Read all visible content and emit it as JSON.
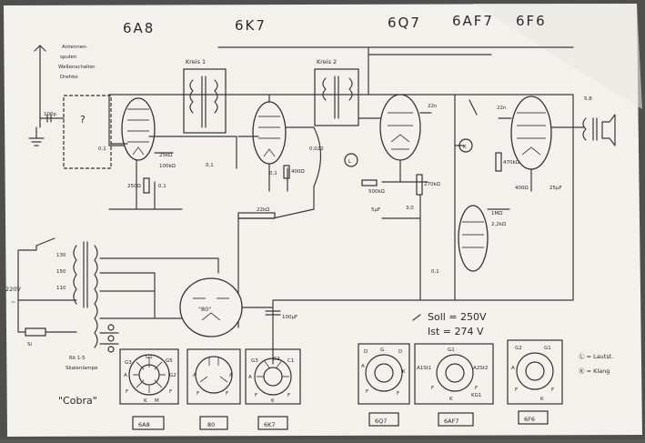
{
  "headers": {
    "tube1": "6A8",
    "tube2": "6K7",
    "tube3": "6Q7",
    "tube4": "6AF7",
    "tube5": "6F6"
  },
  "notes": {
    "antenna_block": [
      "Antennen-",
      "spulen",
      "Wellenschalter",
      "Drehko"
    ],
    "question_mark": "?",
    "kreis1": "Kreis 1",
    "kreis2": "Kreis 2",
    "soll": "Soll = 250V",
    "ist": "Ist = 274 V",
    "mains": "220V",
    "mains_symbol": "~",
    "fuse": "Si",
    "rectifier": "\"80\"",
    "name": "\"Cobra\"",
    "scale_lamps": [
      "Rö 1-5",
      "Skalenlampe"
    ],
    "legend_l": "Ⓛ = Lautst.",
    "legend_k": "Ⓚ = Klang"
  },
  "components": {
    "c100p": "100p",
    "c0_1": "0,1",
    "r250": "250Ω",
    "r25k": "25kΩ",
    "r100k": "100kΩ",
    "r22k": "22kΩ",
    "c0_022": "0,022",
    "r270k": "270kΩ",
    "r500k": "500kΩ",
    "c5uf": "5µF",
    "c3_0": "3,0",
    "c100uf": "100µF",
    "c22n": "22n",
    "r470k": "470kΩ",
    "r400": "400Ω",
    "c25uf": "25µF",
    "r2_2k": "2,2kΩ",
    "r1M": "1MΩ",
    "c0_1b": "0,1",
    "spk": "5,8",
    "v110": "110",
    "v150": "150",
    "v130": "130",
    "pot_l": "L",
    "pot_k": "K"
  },
  "pinouts": [
    {
      "id": "6A8",
      "pins": [
        "G3",
        "G1",
        "G5",
        "A",
        "G2",
        "F",
        "K",
        "M",
        "F"
      ]
    },
    {
      "id": "80",
      "pins": [
        "A",
        "A",
        "F",
        "F"
      ]
    },
    {
      "id": "6K7",
      "pins": [
        "G3",
        "G2",
        "C1",
        "A",
        "F",
        "K",
        "F"
      ]
    },
    {
      "id": "6Q7",
      "pins": [
        "D",
        "G",
        "D",
        "A",
        "K",
        "F",
        "F"
      ]
    },
    {
      "id": "6AF7",
      "pins": [
        "G1",
        "A1St1",
        "A2St2",
        "F",
        "K",
        "KG1",
        "F"
      ]
    },
    {
      "id": "6F6",
      "pins": [
        "G2",
        "G1",
        "A",
        "F",
        "K",
        "F"
      ]
    }
  ]
}
